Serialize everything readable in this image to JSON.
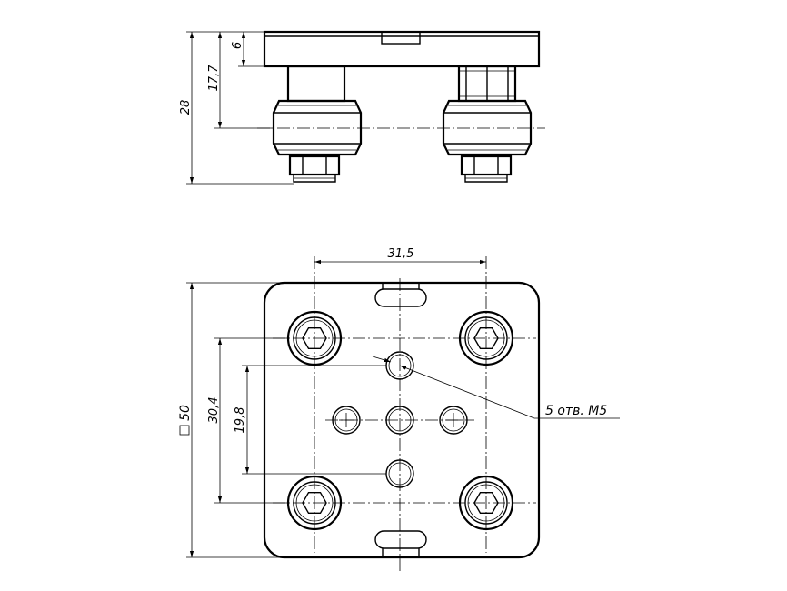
{
  "dimensions": {
    "top_6": "6",
    "top_17_7": "17,7",
    "top_28": "28",
    "bottom_31_5": "31,5",
    "bottom_30_4": "30,4",
    "bottom_19_8": "19,8",
    "bottom_50": "50"
  },
  "annotations": {
    "holes_label": "5 отв. М5"
  },
  "symbols": {
    "square_symbol": "square-icon"
  }
}
